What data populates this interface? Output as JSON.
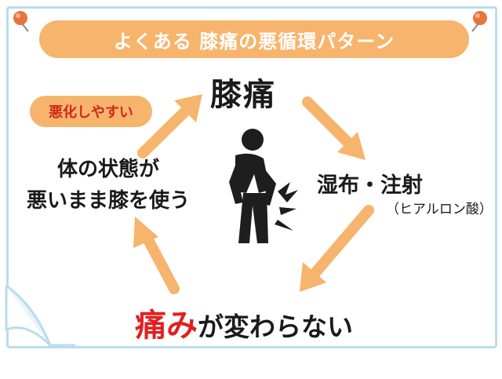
{
  "title": "よくある 膝痛の悪循環パターン",
  "badge": "悪化しやすい",
  "cycle": {
    "top": "膝痛",
    "right": "湿布・注射",
    "right_note": "（ヒアルロン酸）",
    "bottom_emphasis": "痛み",
    "bottom_rest": "が変わらない",
    "left_line1": "体の状態が",
    "left_line2": "悪いまま膝を使う"
  },
  "colors": {
    "accent": "#f6b46c",
    "badge_text": "#d3271c",
    "pain_text": "#e02020",
    "border": "#b9dcee",
    "pin": "#e8743b"
  },
  "icons": [
    "pushpin-icon",
    "knee-pain-figure-icon",
    "pain-burst-icon",
    "arrow-icon"
  ]
}
